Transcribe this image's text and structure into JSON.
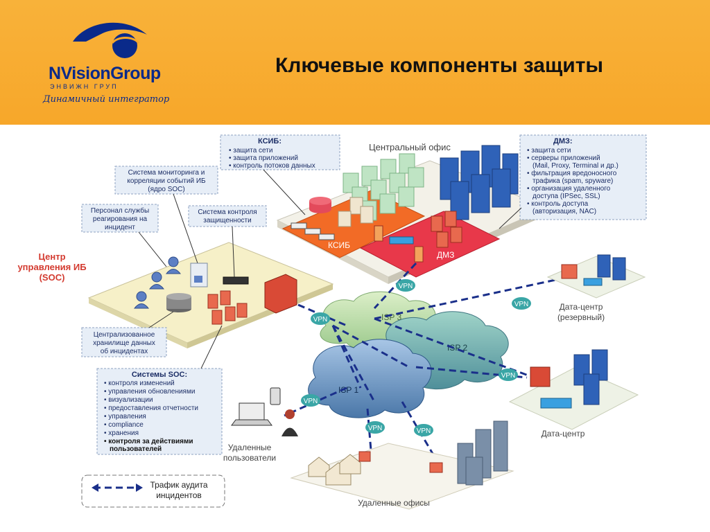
{
  "header": {
    "logo": {
      "word_n": "N",
      "word_rest": "VisionGroup",
      "sub": "ЭНВИЖН ГРУП",
      "slogan": "Динамичный интегратор",
      "mark_icon": "nvision-eye-icon"
    },
    "title": "Ключевые компоненты защиты",
    "bg_color": "#f7a72a",
    "brand_color": "#0a2a8a"
  },
  "diagram": {
    "central_office": "Центральный офис",
    "ksib_zone": "КСИБ",
    "dmz_zone": "ДМЗ",
    "ksib_box": {
      "title": "КСИБ:",
      "items": [
        "защита сети",
        "защита приложений",
        "контроль потоков данных"
      ]
    },
    "dmz_box": {
      "title": "ДМЗ:",
      "items": [
        "защита сети",
        "серверы приложений",
        "(Mail, Proxy, Terminal и др.)",
        "фильтрация вредоносного",
        "трафика (spam, spyware)",
        "организация удаленного",
        "доступа (IPSec, SSL)",
        "контроль доступа",
        "(авторизация, NAC)"
      ]
    },
    "monitoring_box": [
      "Система мониторинга и",
      "корреляции событий ИБ",
      "(ядро SOC)"
    ],
    "personnel_box": [
      "Персонал службы",
      "реагирования на",
      "инцидент"
    ],
    "control_box": [
      "Система контроля",
      "защищенности"
    ],
    "soc_center": [
      "Центр",
      "управления ИБ",
      "(SOC)"
    ],
    "storage_box": [
      "Централизованное",
      "хранилище данных",
      "об инцидентах"
    ],
    "soc_systems": {
      "title": "Системы SOC:",
      "items": [
        "контроля изменений",
        "управления обновлениями",
        "визуализации",
        "предоставления отчетности",
        "управления",
        "compliance",
        "хранения"
      ],
      "bold_items": [
        "контроля за действиями",
        "пользователей"
      ]
    },
    "clouds": {
      "isp1": "ISP 1",
      "isp2": "ISP 2",
      "isp3": "ISP 3"
    },
    "vpn": "VPN",
    "dc_reserve": [
      "Дата-центр",
      "(резервный)"
    ],
    "dc": "Дата-центр",
    "remote_users": [
      "Удаленные",
      "пользователи"
    ],
    "remote_offices": "Удаленные офисы",
    "legend": [
      "Трафик аудита",
      "инцидентов"
    ]
  }
}
